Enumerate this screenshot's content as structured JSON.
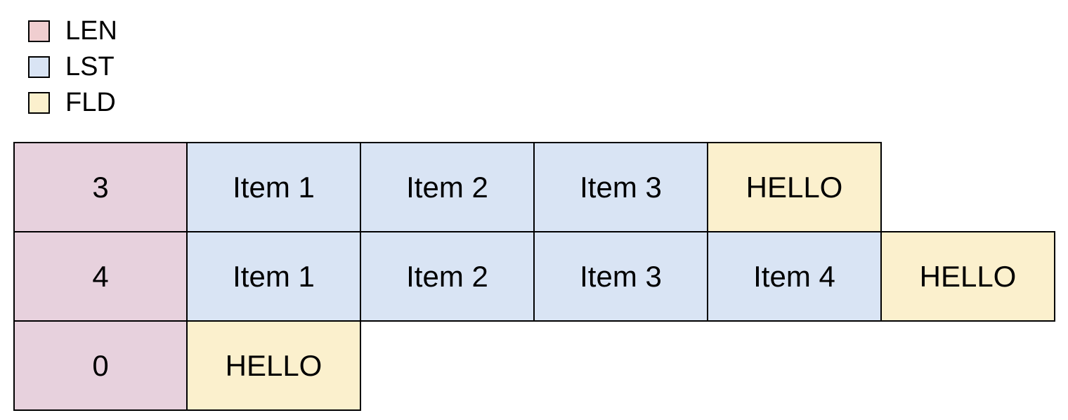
{
  "colors": {
    "background": "#ffffff",
    "border": "#000000",
    "legend_len": "#f0ced0",
    "len": "#e7d1dd",
    "lst": "#d9e4f4",
    "fld": "#fbf0cd"
  },
  "legend": {
    "items": [
      {
        "id": "len",
        "label": "LEN"
      },
      {
        "id": "lst",
        "label": "LST"
      },
      {
        "id": "fld",
        "label": "FLD"
      }
    ]
  },
  "table": {
    "rows": [
      {
        "cells": [
          {
            "type": "len",
            "label": "3"
          },
          {
            "type": "lst",
            "label": "Item 1"
          },
          {
            "type": "lst",
            "label": "Item 2"
          },
          {
            "type": "lst",
            "label": "Item 3"
          },
          {
            "type": "fld",
            "label": "HELLO"
          }
        ]
      },
      {
        "cells": [
          {
            "type": "len",
            "label": "4"
          },
          {
            "type": "lst",
            "label": "Item 1"
          },
          {
            "type": "lst",
            "label": "Item 2"
          },
          {
            "type": "lst",
            "label": "Item 3"
          },
          {
            "type": "lst",
            "label": "Item 4"
          },
          {
            "type": "fld",
            "label": "HELLO"
          }
        ]
      },
      {
        "cells": [
          {
            "type": "len",
            "label": "0"
          },
          {
            "type": "fld",
            "label": "HELLO"
          }
        ]
      }
    ]
  }
}
